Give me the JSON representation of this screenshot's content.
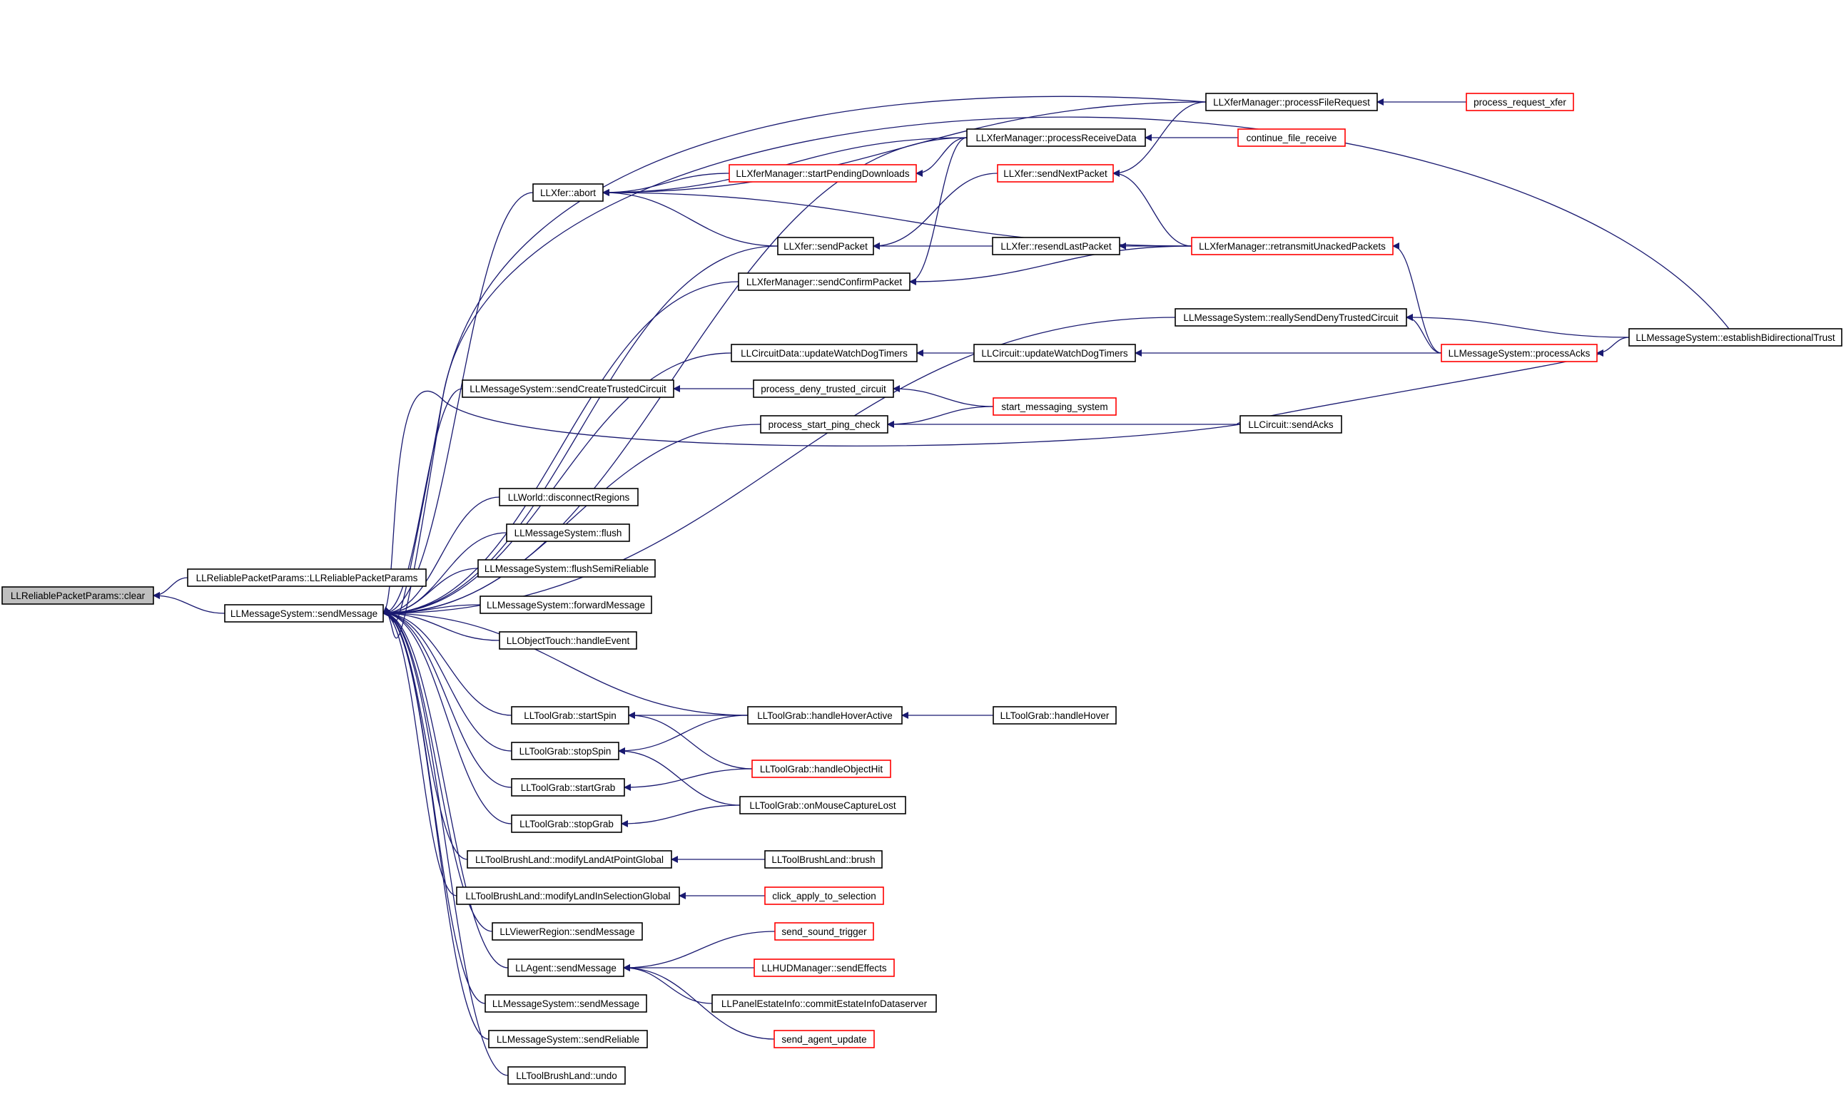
{
  "diagram": {
    "type": "call-graph",
    "node_colors": {
      "default_border": "#000000",
      "unlinked_border": "#ff0000",
      "root_fill": "#bfbfbf",
      "edge": "#191970"
    },
    "nodes": [
      {
        "id": "root",
        "label": "LLReliablePacketParams::clear",
        "style": "root"
      },
      {
        "id": "ctor",
        "label": "LLReliablePacketParams::LLReliablePacketParams",
        "style": "normal"
      },
      {
        "id": "send",
        "label": "LLMessageSystem::sendMessage",
        "style": "normal"
      },
      {
        "id": "pfr",
        "label": "LLXferManager::processFileRequest",
        "style": "normal"
      },
      {
        "id": "prx",
        "label": "process_request_xfer",
        "style": "red"
      },
      {
        "id": "prd",
        "label": "LLXferManager::processReceiveData",
        "style": "normal"
      },
      {
        "id": "cfr",
        "label": "continue_file_receive",
        "style": "red"
      },
      {
        "id": "spd",
        "label": "LLXferManager::startPendingDownloads",
        "style": "red"
      },
      {
        "id": "abort",
        "label": "LLXfer::abort",
        "style": "normal"
      },
      {
        "id": "snp",
        "label": "LLXfer::sendNextPacket",
        "style": "red"
      },
      {
        "id": "sp",
        "label": "LLXfer::sendPacket",
        "style": "normal"
      },
      {
        "id": "rlp",
        "label": "LLXfer::resendLastPacket",
        "style": "normal"
      },
      {
        "id": "rup",
        "label": "LLXferManager::retransmitUnackedPackets",
        "style": "red"
      },
      {
        "id": "scp",
        "label": "LLXferManager::sendConfirmPacket",
        "style": "normal"
      },
      {
        "id": "rsdt",
        "label": "LLMessageSystem::reallySendDenyTrustedCircuit",
        "style": "normal"
      },
      {
        "id": "ebt",
        "label": "LLMessageSystem::establishBidirectionalTrust",
        "style": "normal"
      },
      {
        "id": "cdw",
        "label": "LLCircuitData::updateWatchDogTimers",
        "style": "normal"
      },
      {
        "id": "cw",
        "label": "LLCircuit::updateWatchDogTimers",
        "style": "normal"
      },
      {
        "id": "pa",
        "label": "LLMessageSystem::processAcks",
        "style": "red"
      },
      {
        "id": "sctc",
        "label": "LLMessageSystem::sendCreateTrustedCircuit",
        "style": "normal"
      },
      {
        "id": "pdtc",
        "label": "process_deny_trusted_circuit",
        "style": "normal"
      },
      {
        "id": "sms",
        "label": "start_messaging_system",
        "style": "red"
      },
      {
        "id": "pspc",
        "label": "process_start_ping_check",
        "style": "normal"
      },
      {
        "id": "csa",
        "label": "LLCircuit::sendAcks",
        "style": "normal"
      },
      {
        "id": "wdr",
        "label": "LLWorld::disconnectRegions",
        "style": "normal"
      },
      {
        "id": "flush",
        "label": "LLMessageSystem::flush",
        "style": "normal"
      },
      {
        "id": "fsr",
        "label": "LLMessageSystem::flushSemiReliable",
        "style": "normal"
      },
      {
        "id": "fwd",
        "label": "LLMessageSystem::forwardMessage",
        "style": "normal"
      },
      {
        "id": "oth",
        "label": "LLObjectTouch::handleEvent",
        "style": "normal"
      },
      {
        "id": "tss",
        "label": "LLToolGrab::startSpin",
        "style": "normal"
      },
      {
        "id": "hha",
        "label": "LLToolGrab::handleHoverActive",
        "style": "normal"
      },
      {
        "id": "hh",
        "label": "LLToolGrab::handleHover",
        "style": "normal"
      },
      {
        "id": "tsts",
        "label": "LLToolGrab::stopSpin",
        "style": "normal"
      },
      {
        "id": "hoh",
        "label": "LLToolGrab::handleObjectHit",
        "style": "red"
      },
      {
        "id": "tsg",
        "label": "LLToolGrab::startGrab",
        "style": "normal"
      },
      {
        "id": "omcl",
        "label": "LLToolGrab::onMouseCaptureLost",
        "style": "normal"
      },
      {
        "id": "tstg",
        "label": "LLToolGrab::stopGrab",
        "style": "normal"
      },
      {
        "id": "mlap",
        "label": "LLToolBrushLand::modifyLandAtPointGlobal",
        "style": "normal"
      },
      {
        "id": "tbb",
        "label": "LLToolBrushLand::brush",
        "style": "normal"
      },
      {
        "id": "mlis",
        "label": "LLToolBrushLand::modifyLandInSelectionGlobal",
        "style": "normal"
      },
      {
        "id": "cats",
        "label": "click_apply_to_selection",
        "style": "red"
      },
      {
        "id": "vrsm",
        "label": "LLViewerRegion::sendMessage",
        "style": "normal"
      },
      {
        "id": "agsm",
        "label": "LLAgent::sendMessage",
        "style": "normal"
      },
      {
        "id": "sst",
        "label": "send_sound_trigger",
        "style": "red"
      },
      {
        "id": "hse",
        "label": "LLHUDManager::sendEffects",
        "style": "red"
      },
      {
        "id": "ceid",
        "label": "LLPanelEstateInfo::commitEstateInfoDataserver",
        "style": "normal"
      },
      {
        "id": "sau",
        "label": "send_agent_update",
        "style": "red"
      },
      {
        "id": "msm2",
        "label": "LLMessageSystem::sendMessage",
        "style": "normal"
      },
      {
        "id": "msr",
        "label": "LLMessageSystem::sendReliable",
        "style": "normal"
      },
      {
        "id": "tbu",
        "label": "LLToolBrushLand::undo",
        "style": "normal"
      }
    ],
    "edges": [
      [
        "ctor",
        "root"
      ],
      [
        "send",
        "root"
      ],
      [
        "pfr",
        "send"
      ],
      [
        "prd",
        "send"
      ],
      [
        "abort",
        "send"
      ],
      [
        "sp",
        "send"
      ],
      [
        "scp",
        "send"
      ],
      [
        "rsdt",
        "send"
      ],
      [
        "cdw",
        "send"
      ],
      [
        "sctc",
        "send"
      ],
      [
        "pspc",
        "send"
      ],
      [
        "csa",
        "send"
      ],
      [
        "wdr",
        "send"
      ],
      [
        "flush",
        "send"
      ],
      [
        "fsr",
        "send"
      ],
      [
        "fwd",
        "send"
      ],
      [
        "oth",
        "send"
      ],
      [
        "hha",
        "send"
      ],
      [
        "tss",
        "send"
      ],
      [
        "tsts",
        "send"
      ],
      [
        "tsg",
        "send"
      ],
      [
        "tstg",
        "send"
      ],
      [
        "mlap",
        "send"
      ],
      [
        "mlis",
        "send"
      ],
      [
        "vrsm",
        "send"
      ],
      [
        "agsm",
        "send"
      ],
      [
        "msm2",
        "send"
      ],
      [
        "msr",
        "send"
      ],
      [
        "tbu",
        "send"
      ],
      [
        "ebt",
        "send"
      ],
      [
        "prx",
        "pfr"
      ],
      [
        "cfr",
        "prd"
      ],
      [
        "prd",
        "spd"
      ],
      [
        "pfr",
        "abort"
      ],
      [
        "prd",
        "abort"
      ],
      [
        "spd",
        "abort"
      ],
      [
        "sp",
        "abort"
      ],
      [
        "rup",
        "abort"
      ],
      [
        "snp",
        "sp"
      ],
      [
        "rlp",
        "sp"
      ],
      [
        "rup",
        "rlp"
      ],
      [
        "prd",
        "scp"
      ],
      [
        "rup",
        "scp"
      ],
      [
        "pfr",
        "snp"
      ],
      [
        "rup",
        "snp"
      ],
      [
        "pa",
        "rup"
      ],
      [
        "ebt",
        "rsdt"
      ],
      [
        "pa",
        "rsdt"
      ],
      [
        "ebt",
        "pa"
      ],
      [
        "csa",
        "pa"
      ],
      [
        "pa",
        "cw"
      ],
      [
        "cw",
        "cdw"
      ],
      [
        "pdtc",
        "sctc"
      ],
      [
        "sms",
        "pdtc"
      ],
      [
        "sms",
        "pspc"
      ],
      [
        "csa",
        "pspc"
      ],
      [
        "hh",
        "hha"
      ],
      [
        "hha",
        "tss"
      ],
      [
        "hoh",
        "tss"
      ],
      [
        "hha",
        "tsts"
      ],
      [
        "omcl",
        "tsts"
      ],
      [
        "hoh",
        "tsg"
      ],
      [
        "omcl",
        "tstg"
      ],
      [
        "tbb",
        "mlap"
      ],
      [
        "cats",
        "mlis"
      ],
      [
        "sst",
        "agsm"
      ],
      [
        "hse",
        "agsm"
      ],
      [
        "ceid",
        "agsm"
      ],
      [
        "sau",
        "agsm"
      ]
    ]
  }
}
